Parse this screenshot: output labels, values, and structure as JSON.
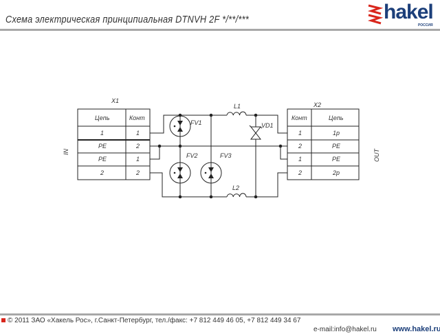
{
  "header": {
    "title": "Схема электрическая принципиальная DTNVH 2F */**/***",
    "logo_text": "hakel",
    "logo_sub": "РОССИЯ"
  },
  "diagram": {
    "x1": {
      "label": "X1",
      "headers": [
        "Цепь",
        "Конт"
      ],
      "rows": [
        [
          "1",
          "1"
        ],
        [
          "PE",
          "2"
        ],
        [
          "PE",
          "1"
        ],
        [
          "2",
          "2"
        ]
      ]
    },
    "x2": {
      "label": "X2",
      "headers": [
        "Конт",
        "Цепь"
      ],
      "rows": [
        [
          "1",
          "1p"
        ],
        [
          "2",
          "PE"
        ],
        [
          "1",
          "PE"
        ],
        [
          "2",
          "2p"
        ]
      ]
    },
    "components": {
      "fv1": "FV1",
      "fv2": "FV2",
      "fv3": "FV3",
      "l1": "L1",
      "l2": "L2",
      "vd1": "VD1"
    },
    "in_label": "IN",
    "out_label": "OUT"
  },
  "footer": {
    "copyright": "© 2011 ЗАО «Хакель Рос», г.Санкт-Петербург, тел./факс: +7 812 449 46 05, +7 812 449 34 67",
    "email": "e-mail:info@hakel.ru",
    "website": "www.hakel.ru"
  }
}
